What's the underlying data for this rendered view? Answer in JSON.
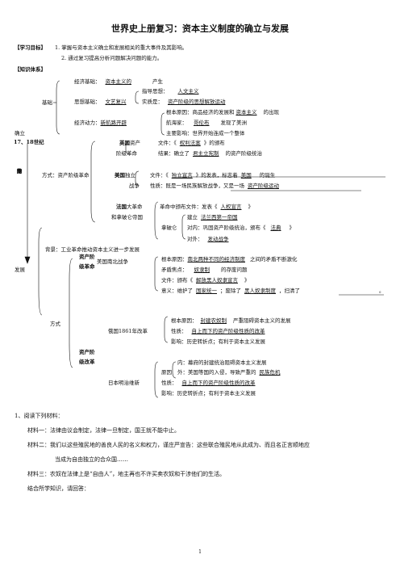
{
  "title": "世界史上册复习：资本主义制度的确立与发展",
  "objectives": {
    "label": "【学习目标】",
    "items": [
      "1. 掌握与资本主义确立和发展相关的重大事件及其影响。",
      "2. 通过复习提高分析问题解决问题的能力。"
    ]
  },
  "system_label": "【知识体系】",
  "left": {
    "establish": "确立",
    "era": "17、18世纪",
    "vertical": [
      "工",
      "业",
      "革",
      "命",
      "的",
      "推",
      "动"
    ],
    "develop": "发展"
  },
  "basis": {
    "label": "基础",
    "econ": "经济基础：",
    "econ_val": "资本主义的",
    "econ_tail": "产生",
    "guide": "指导思想：",
    "guide_val": "人文主义",
    "thought": "思想基础：",
    "thought_val": "文艺复兴",
    "essence": "实质是：",
    "essence_val": "资产阶级的思想解放运动",
    "power": "经济动力：",
    "power_val": "新航路开辟",
    "root": "根本原因：商品经济的发展和",
    "root_val": "资本主义",
    "root_tail": "的出现",
    "sail": "航海家：",
    "sail_val": "哥伦布",
    "sail_tail": "发现了美洲",
    "impact": "主要影响：世界开始连成一个整体"
  },
  "revolution": {
    "method": "方式：资产阶级革命",
    "uk": "英国",
    "uk_tail": "资产",
    "uk2": "阶级革命",
    "uk_doc": "文件：《",
    "uk_doc_val": "权利法案",
    "uk_doc_tail": "》的颁布",
    "uk_res": "结果：确立了",
    "uk_res_val": "君主立宪制",
    "uk_res_tail": "的资产阶级统治",
    "us": "美国",
    "us_tail": "独立",
    "us2": "战争",
    "us_doc": "文件：《",
    "us_doc_val": "独立宣言",
    "us_doc_mid": "》的发表，标志着",
    "us_doc_val2": "美国",
    "us_doc_tail": "的诞生",
    "us_nat": "性质：既是一场民族解放战争，又是一场",
    "us_nat_val": "资产阶级运动",
    "fr": "法国",
    "fr_tail": "大革命",
    "fr2": "和拿破仑帝国",
    "fr_doc": "革命中颁布文件：发表《",
    "fr_doc_val": "人权宣言",
    "fr_doc_tail": "》",
    "fr_est": "建立",
    "fr_est_val": "法兰西第一帝国",
    "nap": "拿破仑",
    "fr_in": "对内：巩固资产阶级统治，颁布《",
    "fr_in_val": "法典",
    "fr_in_tail": "》",
    "fr_out": "对外：",
    "fr_out_val": "发动战争"
  },
  "develop": {
    "bg": "背景：工业革命推动资本主义进一步发展",
    "way": "方式",
    "rev1": "资产阶",
    "rev1b": "级革命",
    "us_civil": "美国南北战争",
    "us_root": "根本原因：",
    "us_root_val": "南北两种不同的经济制度",
    "us_root_tail": "之间的矛盾不断激化",
    "us_focus": "矛盾焦点：",
    "us_focus_val": "奴隶制",
    "us_focus_tail": "的存废问题",
    "us_doc": "文件：颁布《",
    "us_doc_val": "解放黑人奴隶宣言",
    "us_doc_tail": "》",
    "us_mean": "意义：维护了",
    "us_mean_val": "国家统一",
    "us_mean_mid": "；废除了",
    "us_mean_val2": "黑人奴隶制度",
    "us_mean_tail": "，扫清了",
    "period": "。",
    "ref": "资产阶",
    "refb": "级改革",
    "ru": "俄国1861年改革",
    "ru_root": "根本原因：",
    "ru_root_val": "封建农奴制",
    "ru_root_tail": "严重阻碍资本主义的发展",
    "ru_nat": "性质：",
    "ru_nat_val": "自上而下的资产阶级性质的改革",
    "ru_imp": "影响：历史转折点；有利于资本主义发展",
    "jp": "日本明治维新",
    "jp_cause": "原因",
    "jp_in": "内：幕府的封建统治阻碍资本主义发展",
    "jp_out": "外：美国等国的入侵，导致严重的",
    "jp_out_val": "民族危机",
    "jp_nat": "性质：",
    "jp_nat_val": "自上而下的资产阶级性质的改革",
    "jp_imp": "影响：历史转折点；有利于资本主义发展"
  },
  "question": {
    "q1": "1、阅读下列材料：",
    "m1": "材料一：法律由议会制定，法律一旦制定，国王就不能中止。",
    "m2a": "材料二：我们以这些殖民地的善良人民的名义和权力，谨庄严宣告：这些联合殖民地从此成为、而且名正言顺地应",
    "m2b": "当成为自由独立的合众国……",
    "m3": "材料三：农奴在法律上是“自由人”，地主再也不许买卖农奴和干涉他们的生活。",
    "ask": "结合所学知识，请回答："
  },
  "page_number": "1"
}
